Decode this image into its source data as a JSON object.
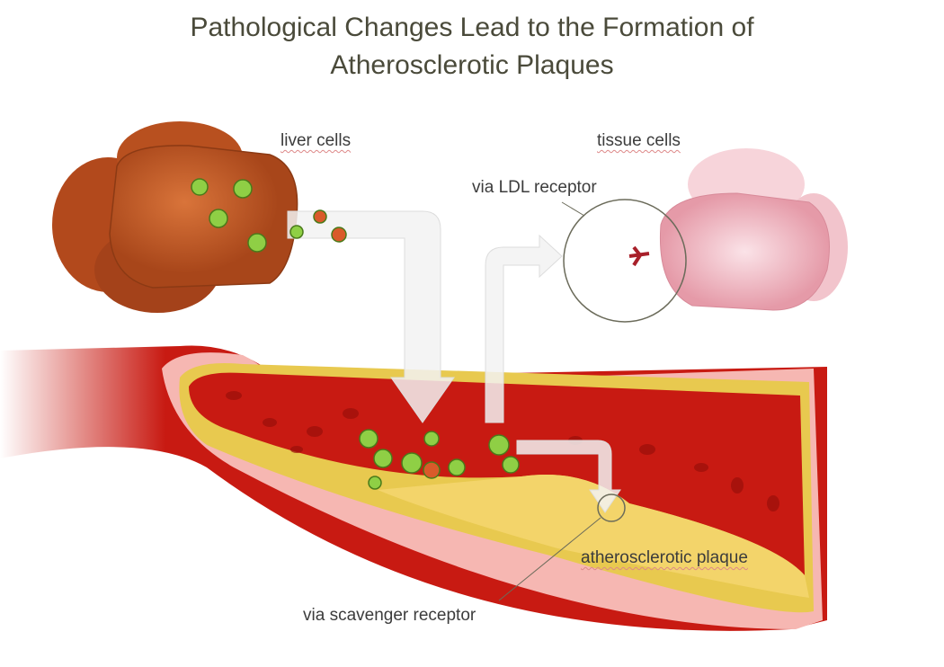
{
  "title": {
    "line1": "Pathological Changes Lead to the Formation of",
    "line2": "Atherosclerotic Plaques"
  },
  "labels": {
    "liver_cells": "liver cells",
    "tissue_cells": "tissue cells",
    "via_ldl_receptor": "via LDL receptor",
    "atherosclerotic_plaque": "atherosclerotic plaque",
    "via_scavenger_receptor": "via scavenger receptor"
  },
  "colors": {
    "liver": "#c45a22",
    "tissue": "#f2c4cc",
    "artery": "#c81a12",
    "plaque": "#f3d46a",
    "lipoprotein": "#7fbf3a"
  }
}
